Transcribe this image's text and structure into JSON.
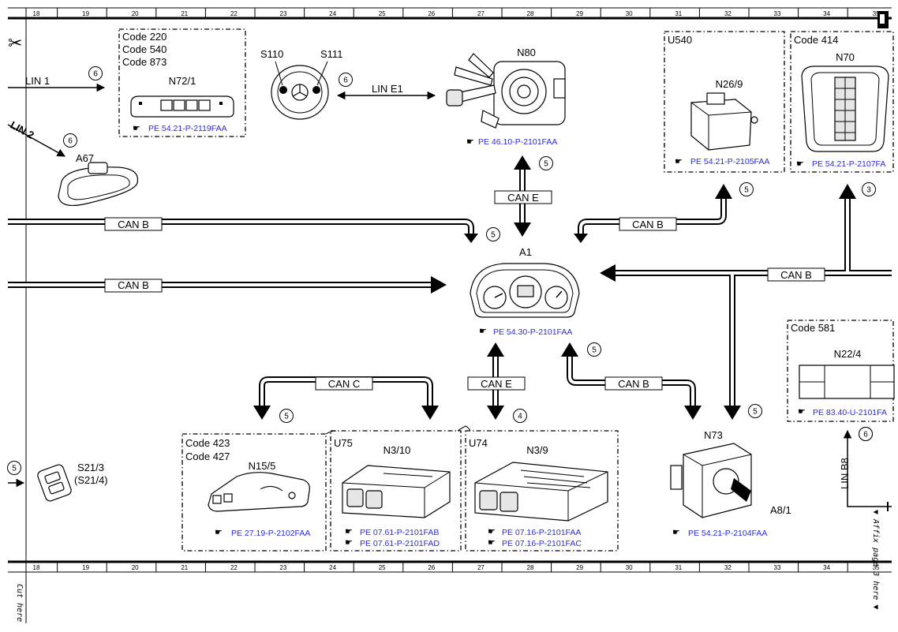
{
  "ruler": {
    "columns": [
      "18",
      "19",
      "20",
      "21",
      "22",
      "23",
      "24",
      "25",
      "26",
      "27",
      "28",
      "29",
      "30",
      "31",
      "32",
      "33",
      "34",
      "35"
    ]
  },
  "buses": {
    "can_b": "CAN B",
    "can_c": "CAN C",
    "can_e": "CAN E",
    "lin_1": "LIN 1",
    "lin_2": "LIN 2",
    "lin_e1": "LIN E1",
    "lin_b8": "LIN B8"
  },
  "circle_refs": [
    "6",
    "6",
    "6",
    "6",
    "5",
    "5",
    "3",
    "5",
    "5",
    "4",
    "5",
    "5",
    "5",
    "6"
  ],
  "components": {
    "n72_1": {
      "codes": [
        "Code 220",
        "Code 540",
        "Code 873"
      ],
      "name": "N72/1",
      "ref": "PE 54.21-P-2119FAA"
    },
    "s110": {
      "name": "S110"
    },
    "s111": {
      "name": "S111"
    },
    "n80": {
      "name": "N80",
      "ref": "PE 46.10-P-2101FAA"
    },
    "a67": {
      "name": "A67"
    },
    "n26_9": {
      "code": "U540",
      "name": "N26/9",
      "ref": "PE 54.21-P-2105FAA"
    },
    "n70": {
      "code": "Code 414",
      "name": "N70",
      "ref": "PE 54.21-P-2107FA"
    },
    "a1": {
      "name": "A1",
      "ref": "PE 54.30-P-2101FAA"
    },
    "n22_4": {
      "code": "Code 581",
      "name": "N22/4",
      "ref": "PE 83.40-U-2101FA"
    },
    "n15_5": {
      "codes": [
        "Code 423",
        "Code 427"
      ],
      "name": "N15/5",
      "ref": "PE 27.19-P-2102FAA"
    },
    "n3_10": {
      "code": "U75",
      "name": "N3/10",
      "refs": [
        "PE 07.61-P-2101FAB",
        "PE 07.61-P-2101FAD"
      ]
    },
    "n3_9": {
      "code": "U74",
      "name": "N3/9",
      "refs": [
        "PE 07.16-P-2101FAA",
        "PE 07.16-P-2101FAC"
      ]
    },
    "n73": {
      "name": "N73",
      "sub": "A8/1",
      "ref": "PE 54.21-P-2104FAA"
    },
    "s21_3": {
      "name": "S21/3",
      "alt": "(S21/4)"
    }
  },
  "margin_notes": {
    "cut_here": "Cut here",
    "affix": "▼ Affix page 3 here ▼"
  },
  "colors": {
    "link": "#2a2adf",
    "line": "#000000"
  }
}
